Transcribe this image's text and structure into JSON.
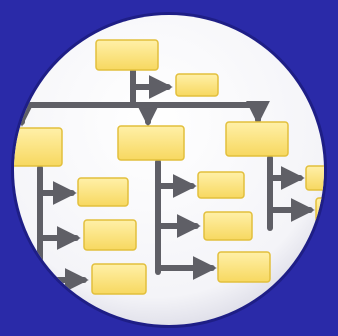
{
  "colors": {
    "background": "#2a2aa8",
    "disc": "#ffffff",
    "disc_shadow": "#c9c9d6",
    "box_fill": "#fbe27a",
    "box_edge": "#e2bf3c",
    "connector": "#5f5f66"
  },
  "illustration": {
    "subject": "org-chart-icon",
    "levels": 3,
    "top_level_boxes": 1,
    "side_note_boxes": 1,
    "branch_boxes": 3,
    "leaf_boxes_per_branch": [
      3,
      3,
      2
    ]
  }
}
